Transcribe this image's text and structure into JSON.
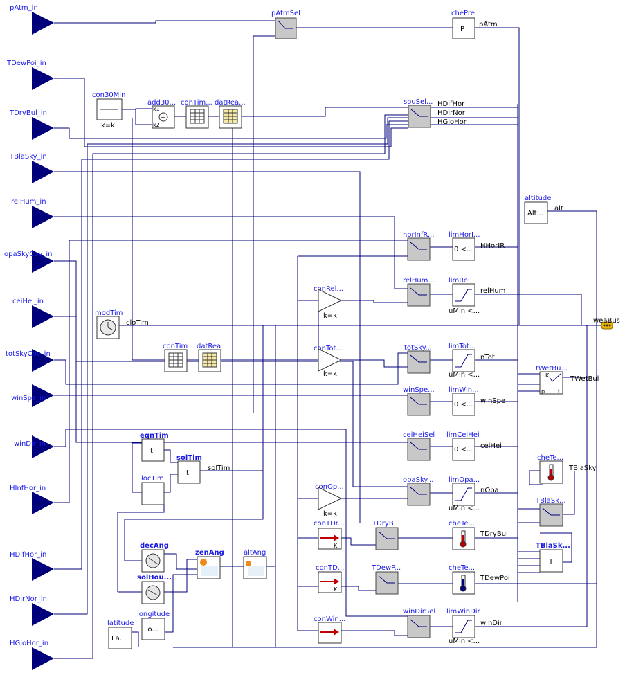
{
  "inputs": [
    "pAtm_in",
    "TDewPoi_in",
    "TDryBul_in",
    "TBlaSky_in",
    "relHum_in",
    "opaSkyCov_in",
    "ceiHei_in",
    "totSkyCov_in",
    "winSpe_in",
    "winDir_in",
    "HInfHor_in",
    "HDifHor_in",
    "HDirNor_in",
    "HGloHor_in"
  ],
  "blocks": {
    "pAtmSel": "pAtmSel",
    "chePre": "chePre",
    "souSel": "souSel...",
    "con30Min": "con30Min",
    "add30": "add30...",
    "conTim1": "conTim...",
    "datRea1": "datRea...",
    "altitude": "altitude",
    "horInfR": "horInfR...",
    "limHorI": "limHorI...",
    "relHum": "relHum...",
    "limRel": "limRel...",
    "conRel": "conRel...",
    "modTim": "modTim",
    "conTim": "conTim",
    "datRea": "datRea",
    "conTot": "conTot...",
    "totSky": "totSky...",
    "limTot": "limTot...",
    "tWetBu": "tWetBu...",
    "winSpe": "winSpe...",
    "limWin": "limWin...",
    "ceiHeiSel": "ceiHeiSel",
    "limCeiHei": "limCeiHei",
    "eqnTim": "eqnTim",
    "solTim": "solTim",
    "locTim": "locTim",
    "cheTe_bla": "cheTe...",
    "opaSky": "opaSky...",
    "limOpa": "limOpa...",
    "conOp": "conOp...",
    "TBlaSk1": "TBlaSk...",
    "conTDr": "conTDr...",
    "TDryB": "TDryB...",
    "cheTe_dry": "cheTe...",
    "TBlaSk2": "TBlaSk...",
    "decAng": "decAng",
    "zenAng": "zenAng",
    "altAng": "altAng",
    "conTD": "conTD...",
    "TDewP": "TDewP...",
    "cheTe_dew": "cheTe...",
    "solHou": "solHou...",
    "winDirSel": "winDirSel",
    "limWinDir": "limWinDir",
    "conWin": "conWin...",
    "latitude": "latitude",
    "longitude": "longitude"
  },
  "inner": {
    "P": "P",
    "alt_box": "Alt...",
    "lim_0": "0 <...",
    "umin": "uMin <...",
    "kk": "k=k",
    "K": "K",
    "t": "t",
    "T": "T",
    "La": "La...",
    "Lo": "Lo...",
    "k1": "k1",
    "k2": "k2",
    "p": "p",
    "plus": "+"
  },
  "signals": {
    "pAtm": "pAtm",
    "HDifHor": "HDifHor",
    "HDirNor": "HDirNor",
    "HGloHor": "HGloHor",
    "alt": "alt",
    "HHorIR": "HHorIR",
    "relHum": "relHum",
    "cloTim": "cloTim",
    "weaBus": "weaBus",
    "nTot": "nTot",
    "TWetBul": "TWetBul",
    "winSpe": "winSpe",
    "ceiHei": "ceiHei",
    "solTim": "solTim",
    "TBlaSky": "TBlaSky",
    "nOpa": "nOpa",
    "TDryBul": "TDryBul",
    "TDewPoi": "TDewPoi",
    "winDir": "winDir"
  },
  "colors": {
    "wire": "#00007a",
    "name": "#1a1ae6",
    "selector": "#c8c8c8",
    "bus": "#f0b400",
    "red": "#c00000"
  }
}
